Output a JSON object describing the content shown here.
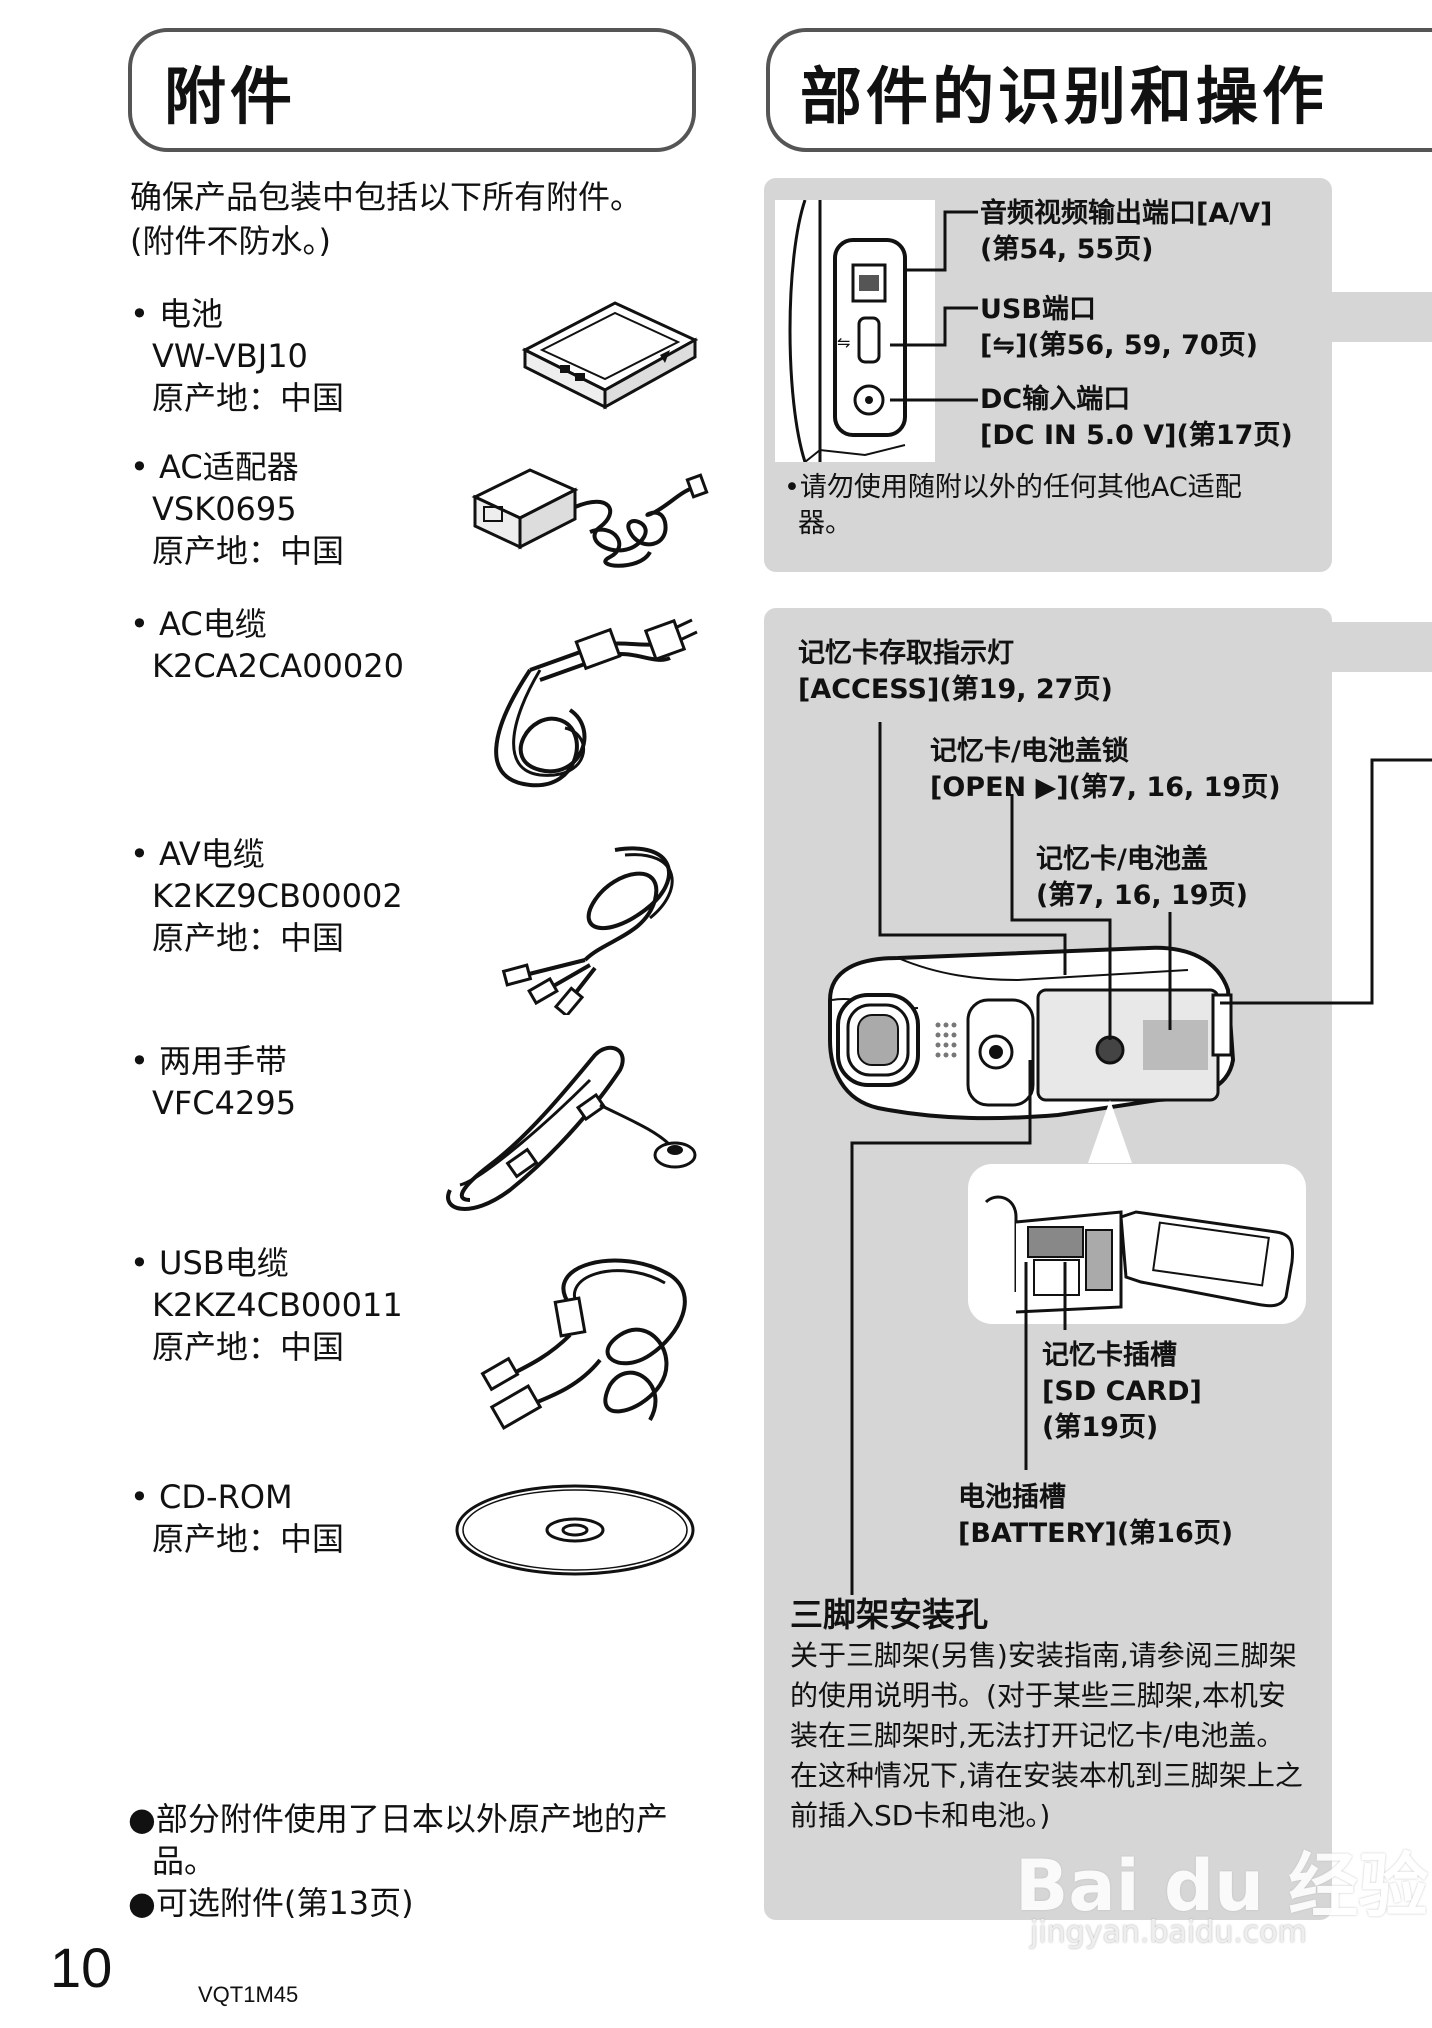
{
  "left": {
    "title": "附件",
    "intro": [
      "确保产品包装中包括以下所有附件。",
      "(附件不防水。)"
    ],
    "accessories": [
      {
        "name": "• 电池",
        "model": "VW-VBJ10",
        "origin": "原产地：中国",
        "icon": "battery-icon"
      },
      {
        "name": "• AC适配器",
        "model": "VSK0695",
        "origin": "原产地：中国",
        "icon": "ac-adaptor-icon"
      },
      {
        "name": "• AC电缆",
        "model": "K2CA2CA00020",
        "origin": "",
        "icon": "ac-cable-icon"
      },
      {
        "name": "• AV电缆",
        "model": "K2KZ9CB00002",
        "origin": "原产地：中国",
        "icon": "av-cable-icon"
      },
      {
        "name": "• 两用手带",
        "model": "VFC4295",
        "origin": "",
        "icon": "strap-icon"
      },
      {
        "name": "• USB电缆",
        "model": "K2KZ4CB00011",
        "origin": "原产地：中国",
        "icon": "usb-cable-icon"
      },
      {
        "name": "• CD-ROM",
        "model": "原产地：中国",
        "origin": "",
        "icon": "cd-rom-icon"
      }
    ],
    "notes": [
      "●部分附件使用了日本以外原产地的产",
      "品。",
      "●可选附件(第13页)"
    ]
  },
  "right": {
    "title": "部件的识别和操作",
    "ports": [
      {
        "line1": "音频视频输出端口[A/V]",
        "line2": "(第54, 55页)"
      },
      {
        "line1": "USB端口",
        "line2": "[⇋](第56, 59, 70页)"
      },
      {
        "line1": "DC输入端口",
        "line2": "[DC IN 5.0 V](第17页)"
      }
    ],
    "port_note": [
      "•请勿使用随附以外的任何其他AC适配",
      "器。"
    ],
    "labels": {
      "access_1": "记忆卡存取指示灯",
      "access_2": "[ACCESS](第19, 27页)",
      "lock_1": "记忆卡/电池盖锁",
      "lock_2": "[OPEN ▶](第7, 16, 19页)",
      "door_1": "记忆卡/电池盖",
      "door_2": "(第7, 16, 19页)",
      "sd_1": "记忆卡插槽",
      "sd_2": "[SD CARD]",
      "sd_3": "(第19页)",
      "bat_1": "电池插槽",
      "bat_2": "[BATTERY](第16页)"
    },
    "tripod": {
      "heading": "三脚架安装孔",
      "body": "关于三脚架(另售)安装指南,请参阅三脚架的使用说明书。(对于某些三脚架,本机安装在三脚架时,无法打开记忆卡/电池盖。在这种情况下,请在安装本机到三脚架上之前插入SD卡和电池。)"
    }
  },
  "footer": {
    "page_number": "10",
    "model_code": "VQT1M45"
  },
  "watermark": {
    "text": "Bai du 经验",
    "url": "jingyan.baidu.com"
  },
  "colors": {
    "panel": "#d6d6d6",
    "title_border": "#555555"
  }
}
